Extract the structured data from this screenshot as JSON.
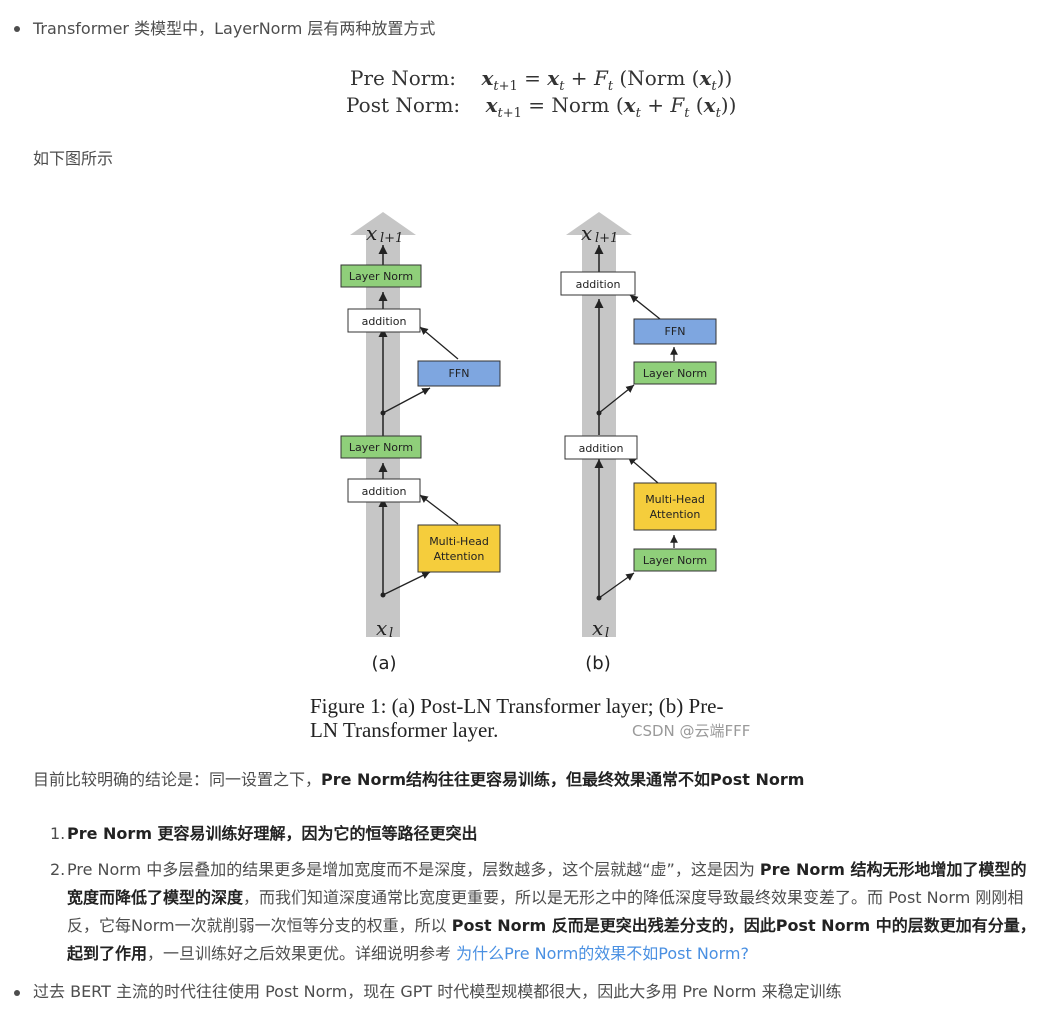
{
  "intro": "Transformer 类模型中，LayerNorm 层有两种放置方式",
  "formula": {
    "pre_label": "Pre Norm:",
    "post_label": "Post Norm:",
    "norm": "Norm"
  },
  "as_shown": "如下图所示",
  "figure": {
    "top_label": "x",
    "top_sub": "l+1",
    "bottom_label": "x",
    "bottom_sub": "l",
    "a": {
      "layer_norm_top": "Layer Norm",
      "addition_top": "addition",
      "ffn": "FFN",
      "layer_norm_mid": "Layer Norm",
      "addition_mid": "addition",
      "mha_line1": "Multi-Head",
      "mha_line2": "Attention",
      "tag": "(a)"
    },
    "b": {
      "addition_top": "addition",
      "ffn": "FFN",
      "layer_norm_mid": "Layer Norm",
      "addition_mid": "addition",
      "mha_line1": "Multi-Head",
      "mha_line2": "Attention",
      "layer_norm_bottom": "Layer Norm",
      "tag": "(b)"
    },
    "caption_line1": "Figure 1: (a) Post-LN Transformer layer; (b) Pre-",
    "caption_line2": "LN Transformer layer.",
    "watermark": "CSDN @云端FFF"
  },
  "conclusion_prefix": "目前比较明确的结论是：同一设置之下，",
  "conclusion_bold": "Pre Norm结构往往更容易训练，但最终效果通常不如Post Norm",
  "list": [
    {
      "num": "1.",
      "bold": "Pre Norm 更容易训练好理解，因为它的恒等路径更突出"
    },
    {
      "num": "2.",
      "t1": "Pre Norm 中多层叠加的结果更多是增加宽度而不是深度，层数越多，这个层就越“虚”，这是因为 ",
      "b1": "Pre Norm 结构无形地增加了模型的宽度而降低了模型的深度",
      "t2": "，而我们知道深度通常比宽度更重要，所以是无形之中的降低深度导致最终效果变差了。而 Post Norm 刚刚相反，它每Norm一次就削弱一次恒等分支的权重，所以 ",
      "b2": "Post Norm 反而是更突出残差分支的，因此Post Norm 中的层数更加有分量，起到了作用",
      "t3": "，一旦训练好之后效果更优。详细说明参考 ",
      "link": "为什么Pre Norm的效果不如Post Norm?"
    }
  ],
  "last_bullet": "过去 BERT 主流的时代往往使用 Post Norm，现在 GPT 时代模型规模都很大，因此大多用 Pre Norm 来稳定训练",
  "colors": {
    "layer_norm": "#8fcf7a",
    "ffn": "#7ea6e0",
    "mha": "#f5cd3c",
    "link": "#4a90e2"
  }
}
